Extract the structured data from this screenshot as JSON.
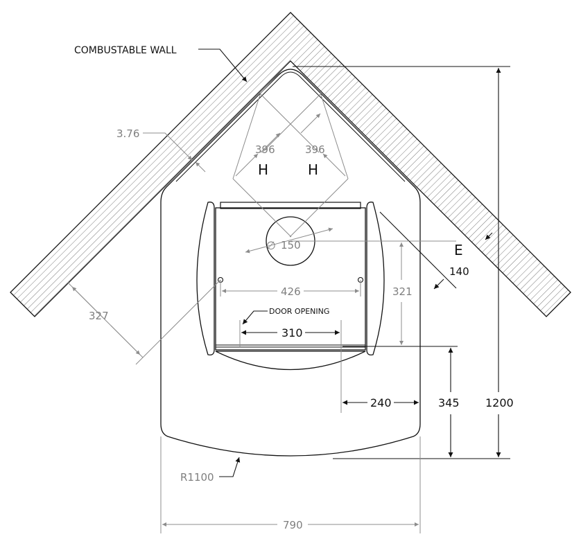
{
  "labels": {
    "combustable_wall": "COMBUSTABLE WALL",
    "door_opening": "DOOR OPENING",
    "h_left": "H",
    "h_right": "H",
    "e": "E"
  },
  "dimensions": {
    "wall_gap": "3.76",
    "h_left": "396",
    "h_right": "396",
    "flue_diameter": "150",
    "e_value": "140",
    "hole_spacing": "426",
    "side_to_wall": "327",
    "door_opening": "310",
    "depth": "321",
    "front_offset": "240",
    "front_depth": "345",
    "overall_depth": "1200",
    "front_radius": "R1100",
    "overall_width": "790"
  },
  "symbols": {
    "diameter": "∅"
  }
}
